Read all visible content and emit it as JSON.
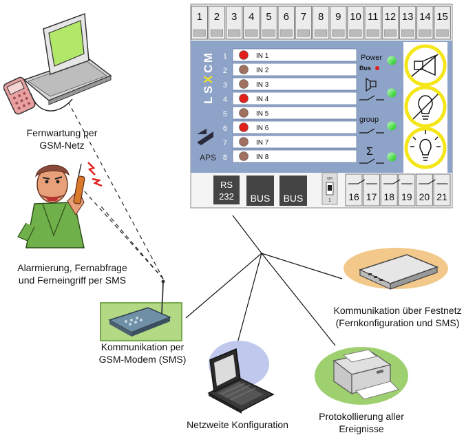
{
  "device": {
    "top_terminals": [
      "1",
      "2",
      "3",
      "4",
      "5",
      "6",
      "7",
      "8",
      "9",
      "10",
      "11",
      "12",
      "13",
      "14",
      "15"
    ],
    "bottom_terminals": [
      "16",
      "17",
      "18",
      "19",
      "20",
      "21"
    ],
    "brand_letters": [
      "L",
      "S",
      "X",
      "C",
      "M"
    ],
    "logo_text": "APS",
    "inputs": [
      {
        "num": "1",
        "label": "IN 1",
        "active": true
      },
      {
        "num": "2",
        "label": "IN 2",
        "active": false
      },
      {
        "num": "3",
        "label": "IN 3",
        "active": false
      },
      {
        "num": "4",
        "label": "IN 4",
        "active": true
      },
      {
        "num": "5",
        "label": "IN 5",
        "active": false
      },
      {
        "num": "6",
        "label": "IN 6",
        "active": true
      },
      {
        "num": "7",
        "label": "IN 7",
        "active": false
      },
      {
        "num": "8",
        "label": "IN 8",
        "active": false
      }
    ],
    "power_label": "Power",
    "bus_label": "Bus",
    "group_label": "group",
    "sum_symbol": "Σ",
    "ports": {
      "rs_line1": "RS",
      "rs_line2": "232",
      "bus1": "BUS",
      "bus2": "BUS"
    },
    "switch_on": "on",
    "switch_off": "1",
    "colors": {
      "led_on": "#e0201c",
      "led_off": "#a07060",
      "status_led": "#22dd22",
      "panel": "#8ea3c8",
      "ring": "#f5e61a"
    }
  },
  "captions": {
    "gsm_net": "Fernwartung per\nGSM-Netz",
    "sms": "Alarmierung, Fernabfrage\nund Ferneingriff per SMS",
    "modem": "Kommunikation per\nGSM-Modem (SMS)",
    "network_config": "Netzweite Konfiguration",
    "logging": "Protokollierung aller\nEreignisse",
    "landline": "Kommunikation über Festnetz\n(Fernkonfiguration und SMS)"
  }
}
